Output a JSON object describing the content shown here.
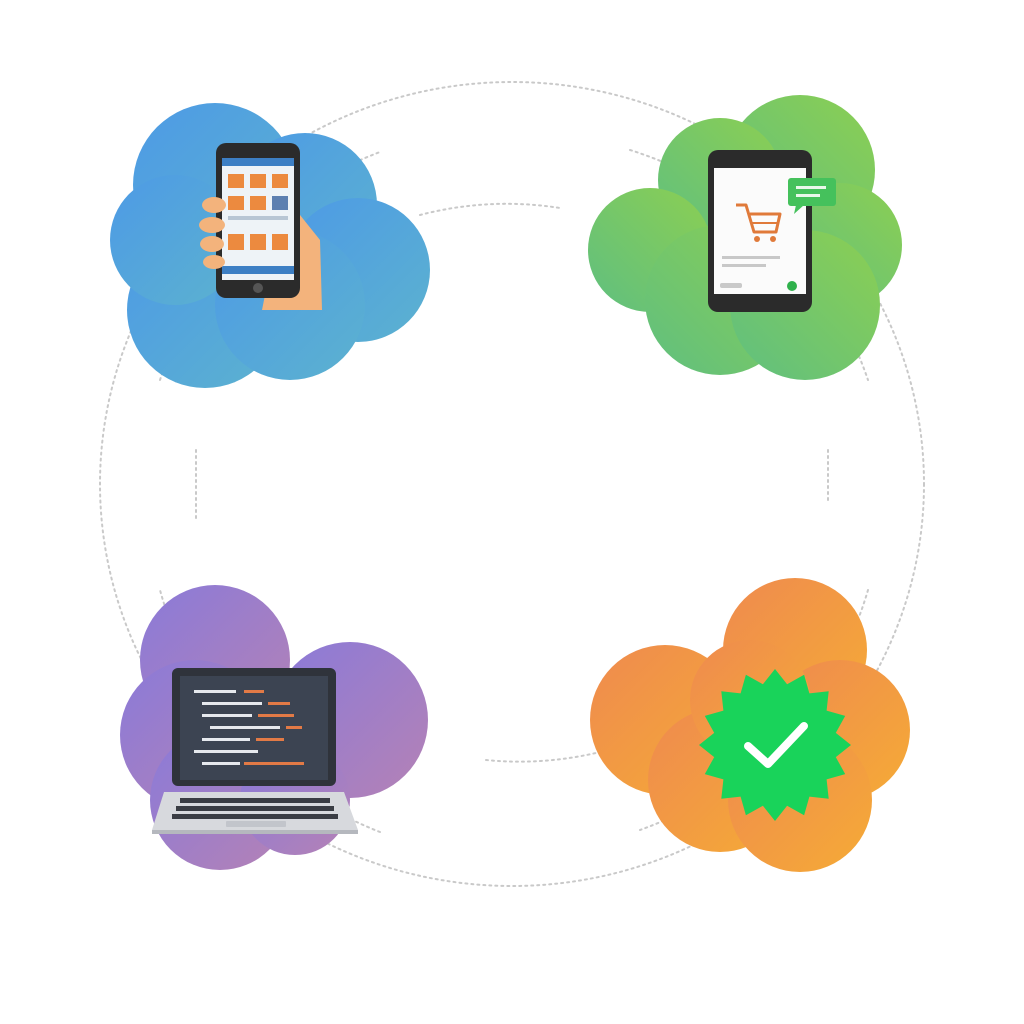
{
  "diagram": {
    "kind": "cycle",
    "connector_style": "dotted-gray",
    "connector_color": "#c9c9c9",
    "nodes": [
      {
        "id": "mobile-browsing",
        "icon": "hand-holding-phone-icon",
        "cloud_colors": [
          "#4f9de6",
          "#5aaed0"
        ]
      },
      {
        "id": "mobile-cart",
        "icon": "phone-shopping-cart-icon",
        "cloud_colors": [
          "#62c27c",
          "#86cc55"
        ]
      },
      {
        "id": "code-laptop",
        "icon": "laptop-code-icon",
        "cloud_colors": [
          "#8e79d8",
          "#b07fb8"
        ]
      },
      {
        "id": "verified",
        "icon": "verified-check-badge-icon",
        "cloud_colors": [
          "#f08d4c",
          "#f5a83a"
        ]
      }
    ]
  },
  "colors": {
    "badge_green": "#19d35a",
    "phone_body": "#2b2b2b",
    "tile_orange": "#ec8a3f",
    "screen_dark": "#3c4452",
    "code_orange": "#e27a46"
  }
}
